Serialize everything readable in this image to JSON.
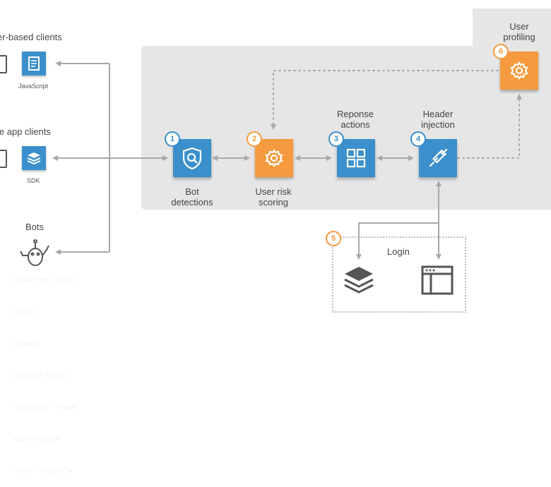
{
  "clients": {
    "browser_title": "er-based clients",
    "browser_icon_label": "JavaScript",
    "mobile_title": "le app clients",
    "mobile_icon_label": "SDK",
    "bots_title": "Bots"
  },
  "steps": [
    {
      "num": "1",
      "label_line1": "Bot",
      "label_line2": "detections",
      "icon": "search-shield-icon"
    },
    {
      "num": "2",
      "label_line1": "User risk",
      "label_line2": "scoring",
      "icon": "gear-icon"
    },
    {
      "num": "3",
      "label_line1": "Reponse",
      "label_line2": "actions",
      "icon": "grid-icon"
    },
    {
      "num": "4",
      "label_line1": "Header",
      "label_line2": "injection",
      "icon": "syringe-icon"
    },
    {
      "num": "5",
      "label": "Login"
    },
    {
      "num": "6",
      "label_line1": "User",
      "label_line2": "profiling",
      "icon": "gear-icon"
    }
  ],
  "colors": {
    "blue": "#3b8fcb",
    "orange": "#f59a3e",
    "panel": "#e6e6e6",
    "arrow": "#a8a8a8"
  },
  "background_code": [
    "   <!DOCTYPE html>",
    "   <html>",
    "   <head>",
    "   <style> body{",
    "   \"preview\" frame",
    "   <div class=",
    "   \"text\" name=\"w"
  ]
}
